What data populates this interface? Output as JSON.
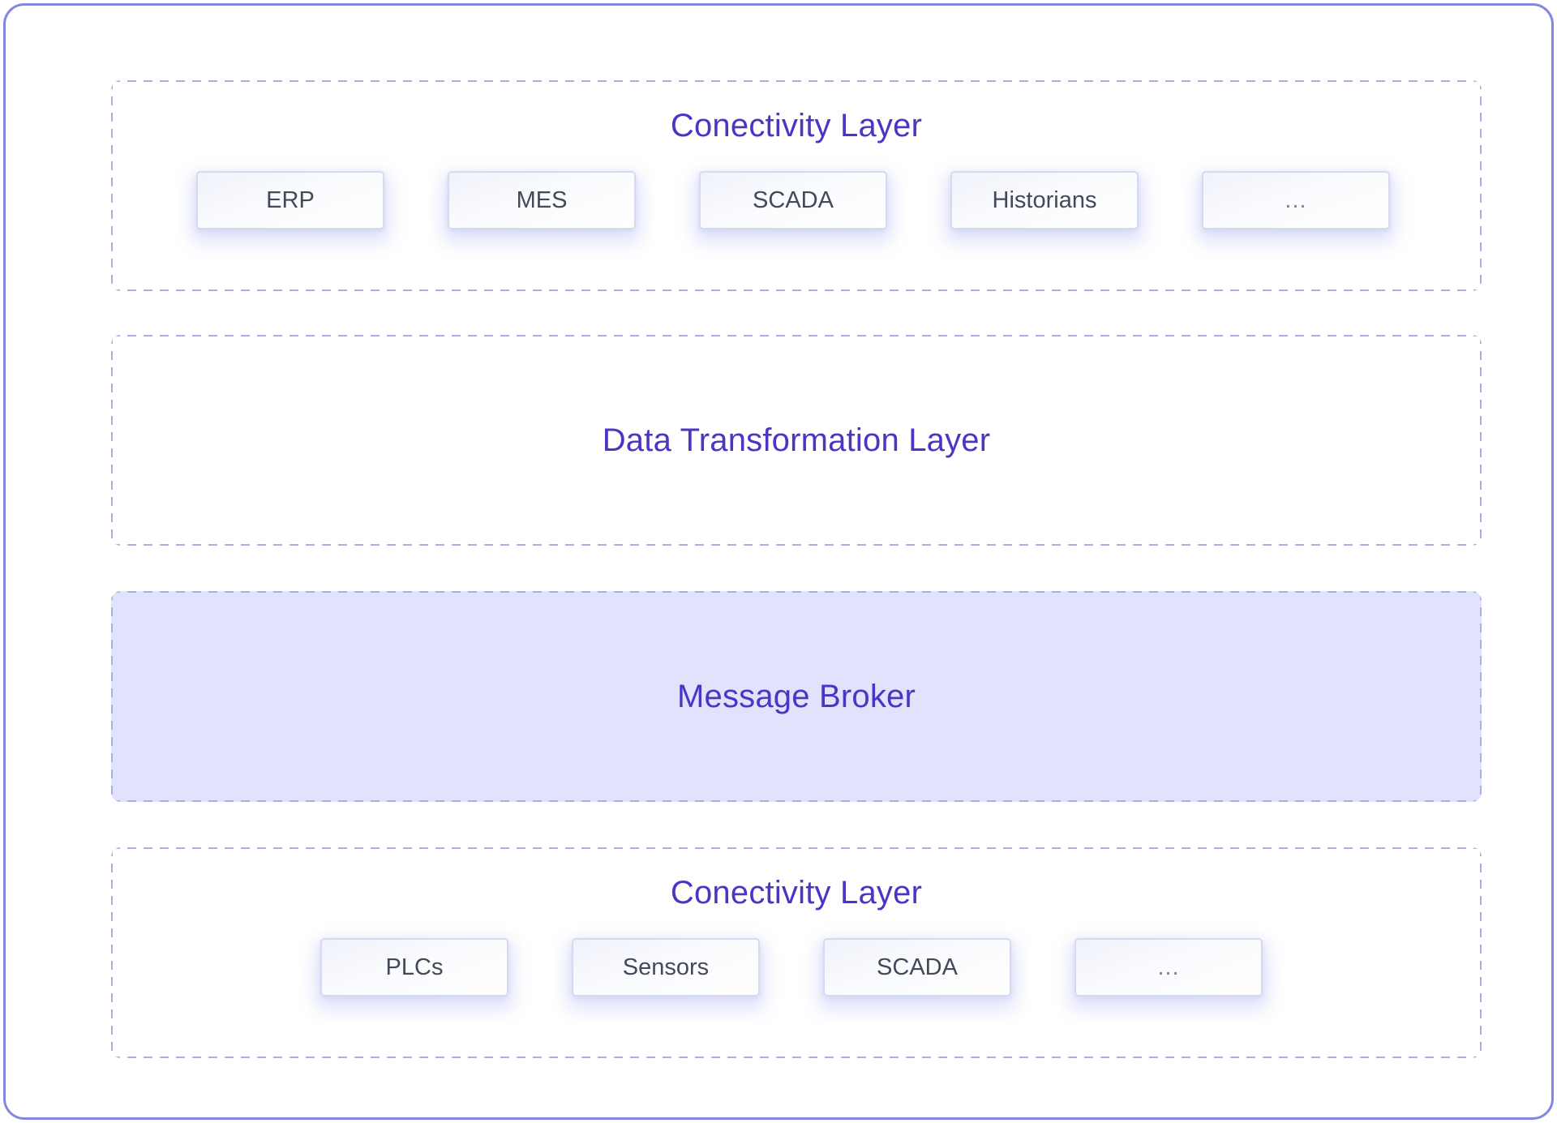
{
  "theme": {
    "frame_border_color": "#8187E3",
    "dashed_border_color": "#A9AFE6",
    "title_color": "#4B34C6",
    "chip_label_color": "#44495A",
    "chip_border_color": "#D6DAEF",
    "highlight_fill_color": "#E0E3FB",
    "page_background": "#FFFFFF"
  },
  "diagram": {
    "type": "layered-architecture",
    "layers": [
      {
        "id": "connectivity-top",
        "title": "Conectivity Layer",
        "highlighted": false,
        "nodes": [
          {
            "label": "ERP"
          },
          {
            "label": "MES"
          },
          {
            "label": "SCADA"
          },
          {
            "label": "Historians"
          },
          {
            "label": "..."
          }
        ]
      },
      {
        "id": "data-transformation",
        "title": "Data Transformation Layer",
        "highlighted": false,
        "nodes": []
      },
      {
        "id": "message-broker",
        "title": "Message Broker",
        "highlighted": true,
        "nodes": []
      },
      {
        "id": "connectivity-bottom",
        "title": "Conectivity Layer",
        "highlighted": false,
        "nodes": [
          {
            "label": "PLCs"
          },
          {
            "label": "Sensors"
          },
          {
            "label": "SCADA"
          },
          {
            "label": "..."
          }
        ]
      }
    ]
  }
}
